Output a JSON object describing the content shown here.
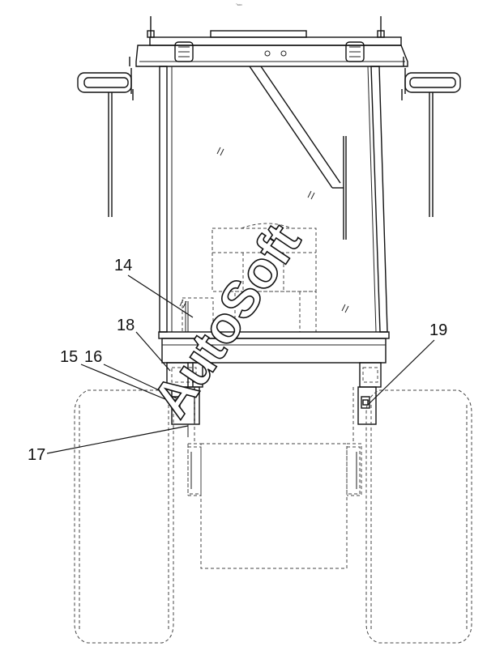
{
  "diagram": {
    "tiny_marking": "°s•••",
    "watermark": "AutoSoft",
    "callouts": [
      {
        "id": "14",
        "label": "14"
      },
      {
        "id": "18",
        "label": "18"
      },
      {
        "id": "15",
        "label": "15"
      },
      {
        "id": "16",
        "label": "16"
      },
      {
        "id": "17",
        "label": "17"
      },
      {
        "id": "19",
        "label": "19"
      }
    ]
  }
}
